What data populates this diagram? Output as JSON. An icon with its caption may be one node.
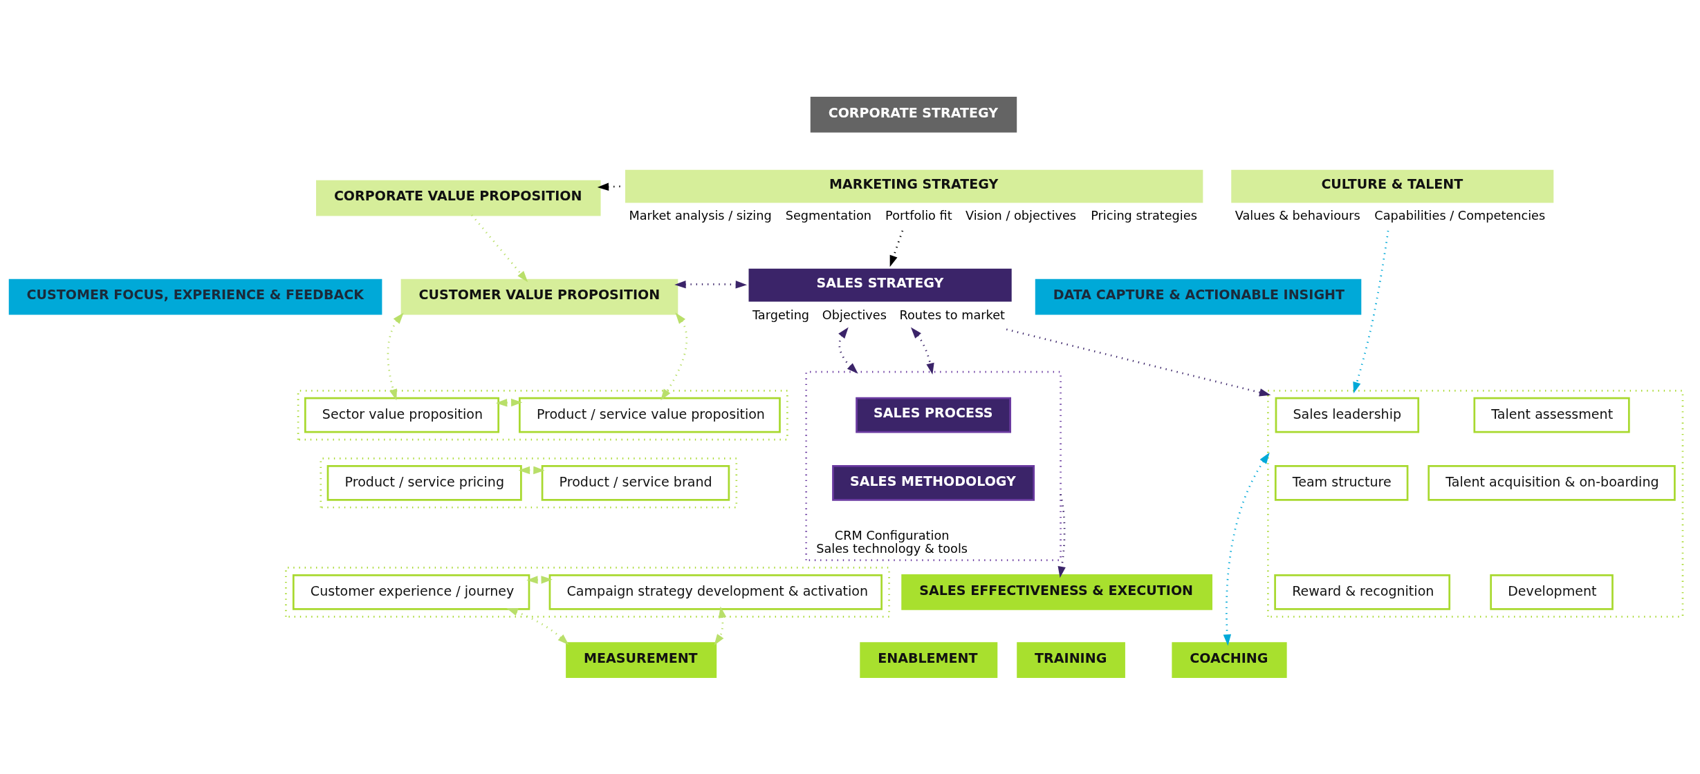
{
  "diagram": {
    "nodes": [
      {
        "text": [
          "CORPORATE STRATEGY"
        ]
      },
      {
        "text": [
          "CUSTOMER FOCUS, EXPERIENCE & FEEDBACK"
        ]
      },
      {
        "text": [
          "DATA CAPTURE & ACTIONABLE INSIGHT"
        ]
      },
      {
        "text": [
          "CORPORATE VALUE PROPOSITION"
        ]
      },
      {
        "text": [
          "MARKETING STRATEGY"
        ],
        "beside": [
          "Market analysis / sizing",
          "Segmentation",
          "Portfolio fit",
          "Vision / objectives",
          "Pricing strategies"
        ]
      },
      {
        "text": [
          "CULTURE & TALENT"
        ],
        "beside": [
          "Values & behaviours",
          "Capabilities / Competencies"
        ]
      },
      {
        "text": [
          "CUSTOMER VALUE PROPOSITION"
        ]
      },
      {
        "text": [
          "SALES STRATEGY"
        ],
        "beside": [
          "Targeting",
          "Objectives",
          "Routes to market"
        ]
      },
      {
        "text": [],
        "shape": "box"
      },
      {
        "text": [
          "Sector value proposition"
        ],
        "in": 8
      },
      {
        "text": [
          "Product / service value proposition"
        ],
        "in": 8
      },
      {
        "text": [],
        "shape": "box"
      },
      {
        "text": [
          "Product / service pricing"
        ],
        "in": 11
      },
      {
        "text": [
          "Product / service brand"
        ],
        "in": 11
      },
      {
        "text": [],
        "shape": "box"
      },
      {
        "text": [
          "Customer experience / journey"
        ],
        "in": 14
      },
      {
        "text": [
          "Campaign strategy development & activation"
        ],
        "in": 14
      },
      {
        "text": [
          "CRM Configuration",
          "Sales technology & tools"
        ]
      },
      {
        "text": [
          "SALES PROCESS"
        ],
        "in": 17
      },
      {
        "text": [
          "SALES METHODOLOGY"
        ],
        "in": 17
      },
      {
        "text": [],
        "shape": "box"
      },
      {
        "text": [
          "Sales leadership"
        ],
        "in": 20
      },
      {
        "text": [
          "Talent assessment"
        ],
        "in": 20
      },
      {
        "text": [
          "Team structure"
        ],
        "in": 20
      },
      {
        "text": [
          "Talent acquisition & on-boarding"
        ],
        "in": 20
      },
      {
        "text": [
          "Reward & recognition"
        ],
        "in": 20
      },
      {
        "text": [
          "Development"
        ],
        "in": 20
      },
      {
        "text": [
          "SALES EFFECTIVENESS & EXECUTION"
        ]
      },
      {
        "text": [
          "MEASUREMENT"
        ]
      },
      {
        "text": [
          "ENABLEMENT"
        ]
      },
      {
        "text": [
          "TRAINING"
        ]
      },
      {
        "text": [
          "COACHING"
        ]
      }
    ],
    "edges": [
      {
        "from": 4,
        "to": 3,
        "arrow": "to",
        "color": "#000000"
      },
      {
        "from": 3,
        "to": 6,
        "arrow": "to"
      },
      {
        "from": 7,
        "to": 6,
        "arrow": "both",
        "color": "#3b2469"
      },
      {
        "from": 4,
        "to": 7,
        "arrow": "to",
        "color": "#000000"
      },
      {
        "from": 7,
        "to": 20,
        "arrow": "to",
        "color": "#3b2469"
      },
      {
        "from": 5,
        "to": 20,
        "arrow": "to",
        "color": "#00a9d8"
      },
      {
        "from": 6,
        "to": 9,
        "arrow": "both"
      },
      {
        "from": 6,
        "to": 10,
        "arrow": "both"
      },
      {
        "from": 9,
        "to": 10,
        "arrow": "both"
      },
      {
        "from": 12,
        "to": 13,
        "arrow": "both"
      },
      {
        "from": 15,
        "to": 16,
        "arrow": "both"
      },
      {
        "from": 7,
        "to": 17,
        "arrow": "both",
        "color": "#3b2469"
      },
      {
        "from": 7,
        "to": 17,
        "arrow": "both",
        "color": "#3b2469"
      },
      {
        "from": 17,
        "to": 27,
        "arrow": "to",
        "color": "#3b2469"
      },
      {
        "from": 15,
        "to": 28,
        "arrow": "both"
      },
      {
        "from": 16,
        "to": 28,
        "arrow": "both"
      },
      {
        "from": 20,
        "to": 31,
        "arrow": "both",
        "color": "#00a9d8"
      }
    ]
  }
}
